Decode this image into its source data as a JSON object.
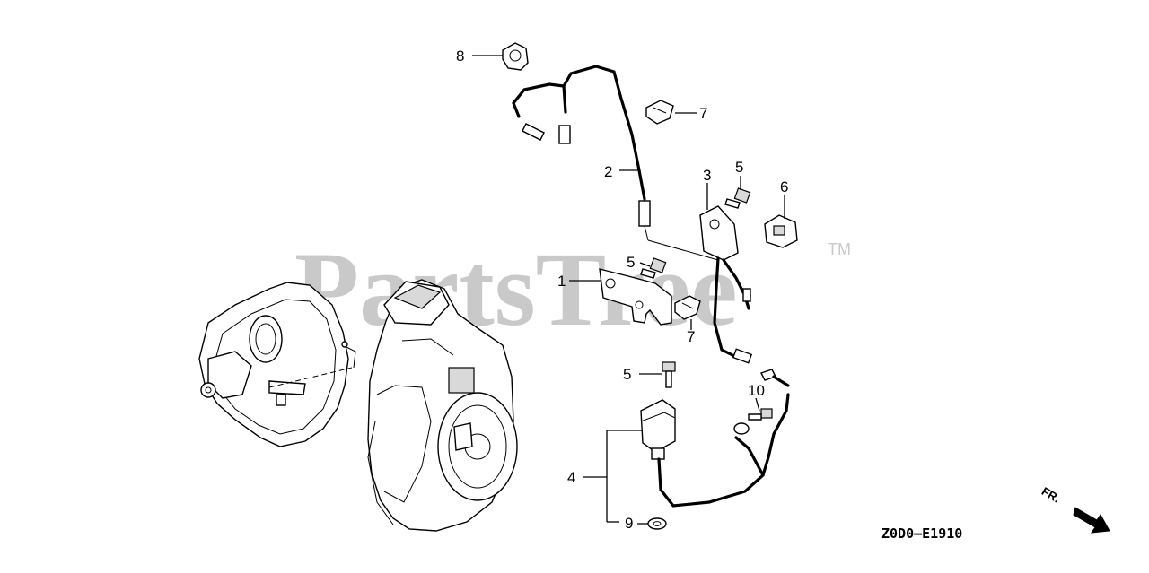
{
  "watermark": {
    "text": "PartsTree",
    "trademark": "TM"
  },
  "diagram_code": "Z0D0—E1910",
  "direction_label": "FR.",
  "callouts": {
    "c1": "1",
    "c2": "2",
    "c3": "3",
    "c4": "4",
    "c5a": "5",
    "c5b": "5",
    "c5c": "5",
    "c6": "6",
    "c7a": "7",
    "c7b": "7",
    "c8": "8",
    "c9": "9",
    "c10": "10"
  }
}
